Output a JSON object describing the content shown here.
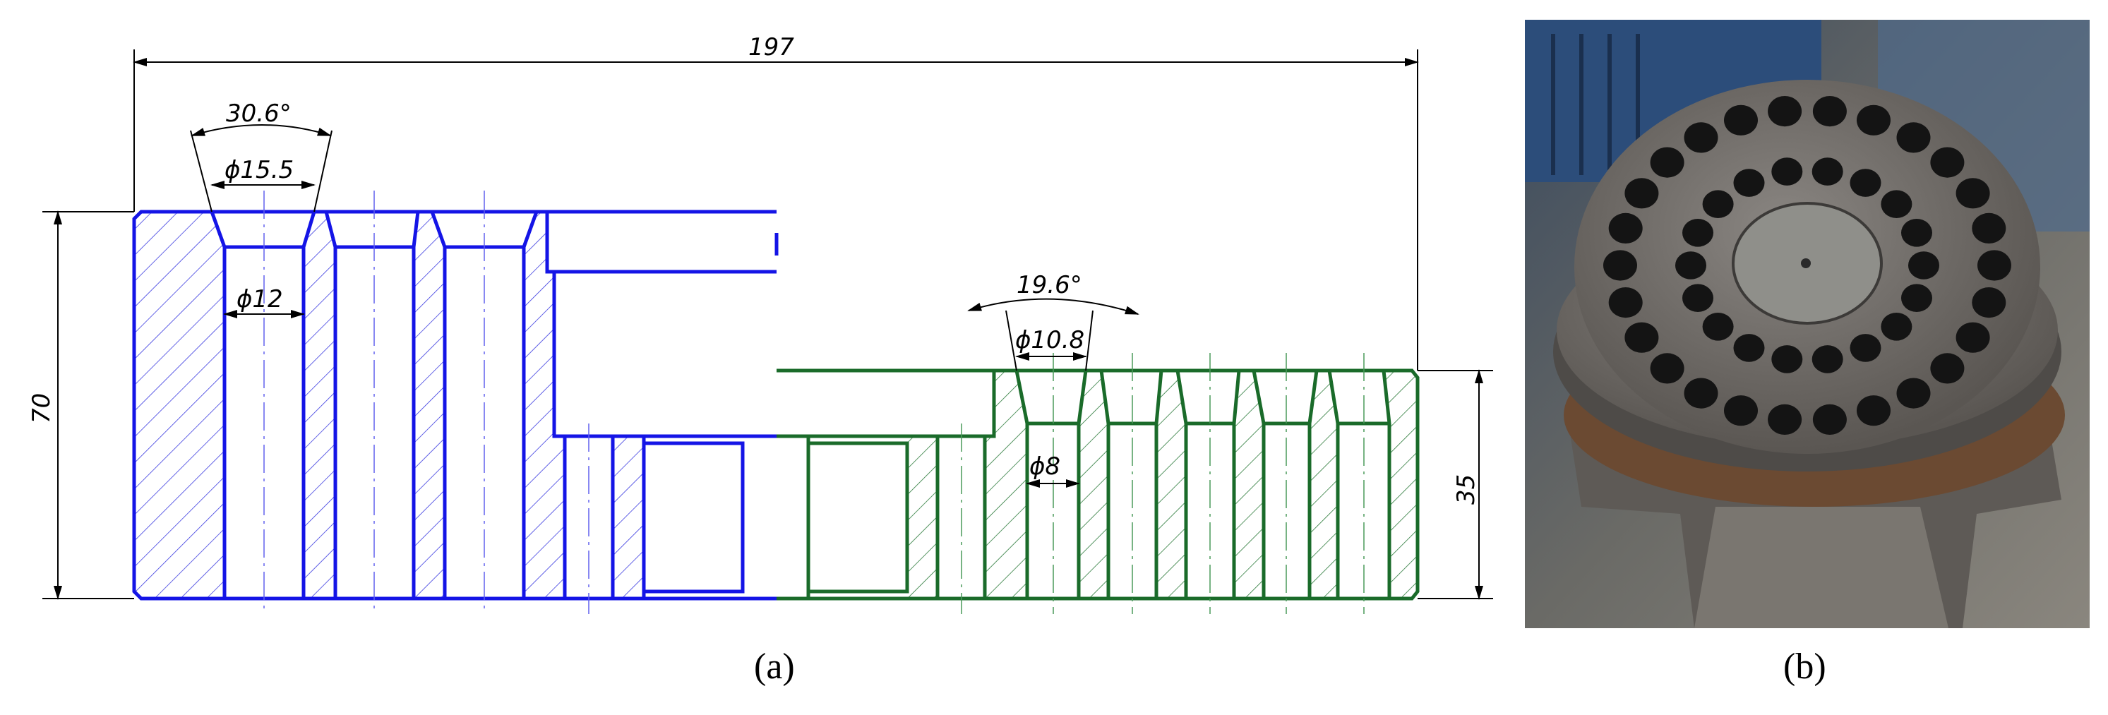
{
  "figure": {
    "drawing": {
      "dims": {
        "overall_length": "197",
        "height_left": "70",
        "height_right": "35",
        "angle_left": "30.6°",
        "dia_left_top": "ϕ15.5",
        "dia_left_bore": "ϕ12",
        "angle_right": "19.6°",
        "dia_right_top": "ϕ10.8",
        "dia_right_bore": "ϕ8"
      },
      "colors": {
        "left_section": "#1414e6",
        "right_section": "#1a6b2a",
        "dims": "#000000",
        "hatch_left": "#2a2ae0",
        "hatch_right": "#2b7a3a"
      }
    },
    "captions": {
      "a": "(a)",
      "b": "(b)"
    },
    "photo": {
      "description_icon": "pellet-die-plate-photo",
      "colors": {
        "plate": "#6e6a66",
        "holes": "#141414",
        "motor": "#2c4d7a",
        "background": "#8a8a86"
      }
    }
  }
}
